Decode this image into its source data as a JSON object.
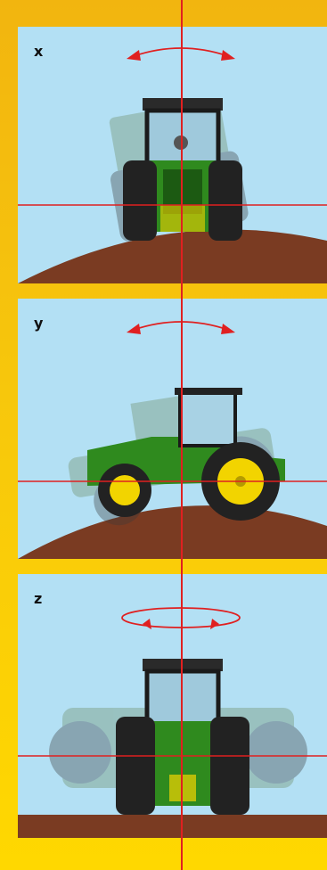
{
  "panels": [
    {
      "id": "x",
      "label": "x",
      "rotation": "roll",
      "view": "front"
    },
    {
      "id": "y",
      "label": "y",
      "rotation": "pitch",
      "view": "side"
    },
    {
      "id": "z",
      "label": "z",
      "rotation": "yaw",
      "view": "rear"
    }
  ],
  "colors": {
    "background": "#f7c70c",
    "sky": "#b3e0f4",
    "ground": "#7a3b22",
    "axis_line": "#e02020",
    "tractor_green": "#2f8a1e",
    "wheel_yellow": "#f2d400",
    "tire": "#222222"
  }
}
